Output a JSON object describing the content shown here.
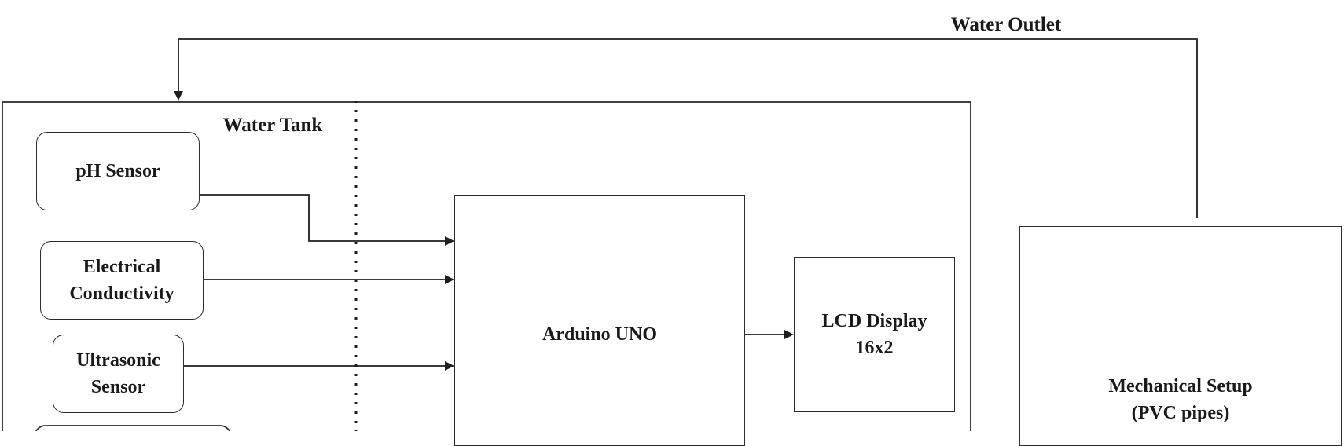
{
  "labels": {
    "water_outlet": "Water Outlet",
    "water_tank": "Water Tank",
    "ph_sensor": "pH Sensor",
    "electrical_conductivity_line1": "Electrical",
    "electrical_conductivity_line2": "Conductivity",
    "ultrasonic_line1": "Ultrasonic",
    "ultrasonic_line2": "Sensor",
    "arduino": "Arduino UNO",
    "lcd_line1": "LCD Display",
    "lcd_line2": "16x2",
    "mechanical_line1": "Mechanical Setup",
    "mechanical_line2": "(PVC pipes)"
  },
  "colors": {
    "stroke": "#2b2b2b",
    "text": "#1a1a1a",
    "background": "#ffffff"
  }
}
